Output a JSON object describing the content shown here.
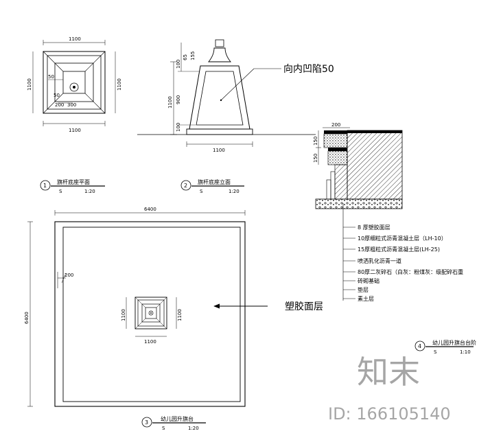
{
  "plan_small": {
    "dim_top": "1100",
    "dim_bottom": "1100",
    "dim_left": "1100",
    "dim_right": "1100",
    "dim_inner_a": "50",
    "dim_inner_b": "50",
    "dim_inner_c": "200",
    "dim_inner_d": "300",
    "caption_num": "1",
    "caption_title": "旗杆底座平面",
    "caption_scale_left": "S",
    "caption_scale_right": "1:20"
  },
  "elevation": {
    "dim_top1": "65",
    "dim_top2": "155",
    "dim_a": "100",
    "dim_total": "1100",
    "dim_mid": "900",
    "dim_bottom": "100",
    "dim_width": "1100",
    "callout": "向内凹陷50",
    "caption_num": "2",
    "caption_title": "旗杆底座立面",
    "caption_scale_left": "S",
    "caption_scale_right": "1:20"
  },
  "section": {
    "dim_top": "200",
    "dim_a": "150",
    "dim_b": "150",
    "layers": [
      "8 厚塑胶面层",
      "10厚细粒式沥青混凝土层（LH-10）",
      "15厚粗粒式沥青混凝土层(LH-25)",
      "喷洒乳化沥青一道",
      "80厚二灰碎石（白灰：粉煤灰：级配碎石重",
      "砖砌基础",
      "垫层",
      "素土层"
    ],
    "caption_num": "4",
    "caption_title": "幼儿园升旗台台阶",
    "caption_scale_left": "S",
    "caption_scale_right": "1:10"
  },
  "plan_large": {
    "dim_top": "6400",
    "dim_left": "6400",
    "dim_edge": "200",
    "dim_c_left": "1100",
    "dim_c_right": "1100",
    "dim_c_bottom": "1100",
    "callout": "塑胶面层",
    "caption_num": "3",
    "caption_title": "幼儿园升旗台",
    "caption_scale_left": "S",
    "caption_scale_right": "1:20"
  },
  "watermark": {
    "logo": "知末",
    "id": "ID: 166105140"
  }
}
